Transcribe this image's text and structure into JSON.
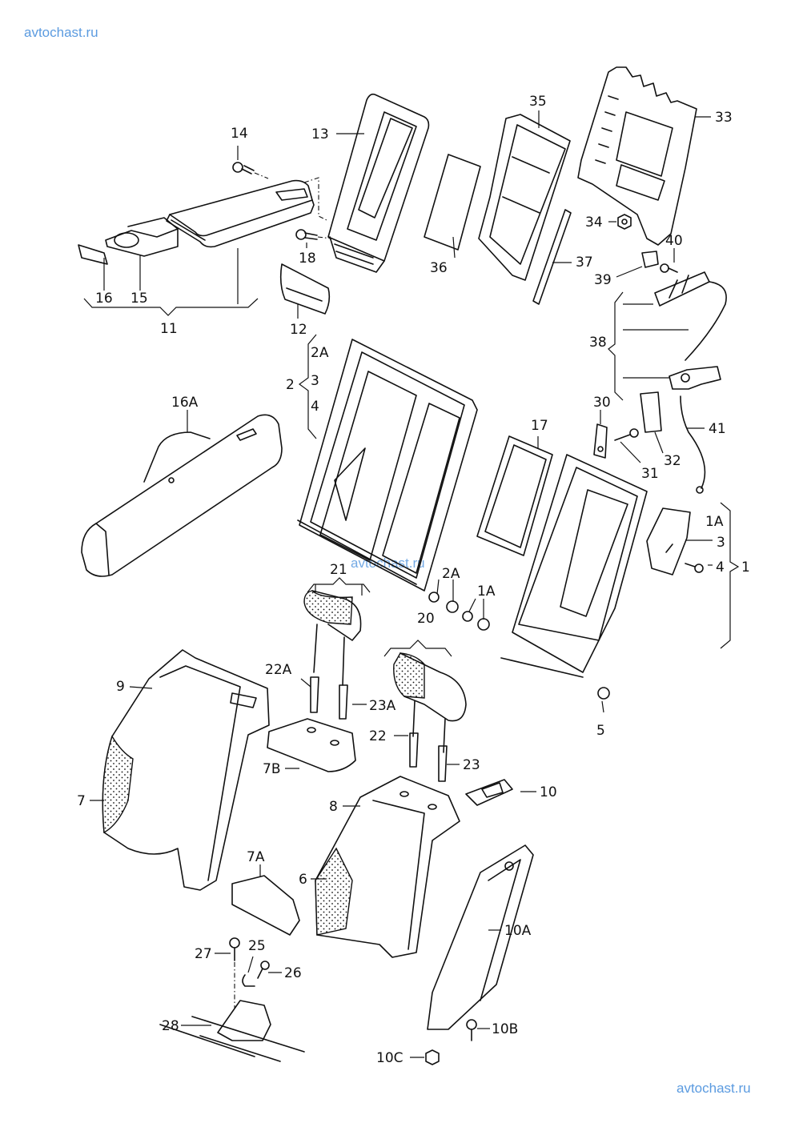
{
  "watermarks": {
    "top": "avtochast.ru",
    "middle": "avtochast.ru",
    "bottom": "avtochast.ru"
  },
  "diagram": {
    "title": "Rear seat backrest exploded parts diagram",
    "callouts": [
      {
        "id": "l14",
        "text": "14"
      },
      {
        "id": "l13",
        "text": "13"
      },
      {
        "id": "l35",
        "text": "35"
      },
      {
        "id": "l33",
        "text": "33"
      },
      {
        "id": "l34",
        "text": "34"
      },
      {
        "id": "l40",
        "text": "40"
      },
      {
        "id": "l39",
        "text": "39"
      },
      {
        "id": "l37",
        "text": "37"
      },
      {
        "id": "l36",
        "text": "36"
      },
      {
        "id": "l18",
        "text": "18"
      },
      {
        "id": "l16",
        "text": "16"
      },
      {
        "id": "l15",
        "text": "15"
      },
      {
        "id": "l11",
        "text": "11"
      },
      {
        "id": "l12",
        "text": "12"
      },
      {
        "id": "l38",
        "text": "38"
      },
      {
        "id": "l2A_a",
        "text": "2A"
      },
      {
        "id": "l2",
        "text": "2"
      },
      {
        "id": "l3_a",
        "text": "3"
      },
      {
        "id": "l4_a",
        "text": "4"
      },
      {
        "id": "l16A",
        "text": "16A"
      },
      {
        "id": "l30",
        "text": "30"
      },
      {
        "id": "l31",
        "text": "31"
      },
      {
        "id": "l32",
        "text": "32"
      },
      {
        "id": "l41",
        "text": "41"
      },
      {
        "id": "l17",
        "text": "17"
      },
      {
        "id": "l1A_a",
        "text": "1A"
      },
      {
        "id": "l3_b",
        "text": "3"
      },
      {
        "id": "l4_b",
        "text": "4"
      },
      {
        "id": "l1",
        "text": "1"
      },
      {
        "id": "l21",
        "text": "21"
      },
      {
        "id": "l2A_b",
        "text": "2A"
      },
      {
        "id": "l1A_b",
        "text": "1A"
      },
      {
        "id": "l20",
        "text": "20"
      },
      {
        "id": "l9",
        "text": "9"
      },
      {
        "id": "l22A",
        "text": "22A"
      },
      {
        "id": "l23A",
        "text": "23A"
      },
      {
        "id": "l5",
        "text": "5"
      },
      {
        "id": "l22",
        "text": "22"
      },
      {
        "id": "l23",
        "text": "23"
      },
      {
        "id": "l7B",
        "text": "7B"
      },
      {
        "id": "l7",
        "text": "7"
      },
      {
        "id": "l8",
        "text": "8"
      },
      {
        "id": "l10",
        "text": "10"
      },
      {
        "id": "l7A",
        "text": "7A"
      },
      {
        "id": "l6",
        "text": "6"
      },
      {
        "id": "l10A",
        "text": "10A"
      },
      {
        "id": "l27",
        "text": "27"
      },
      {
        "id": "l25",
        "text": "25"
      },
      {
        "id": "l26",
        "text": "26"
      },
      {
        "id": "l28",
        "text": "28"
      },
      {
        "id": "l10B",
        "text": "10B"
      },
      {
        "id": "l10C",
        "text": "10C"
      }
    ]
  }
}
